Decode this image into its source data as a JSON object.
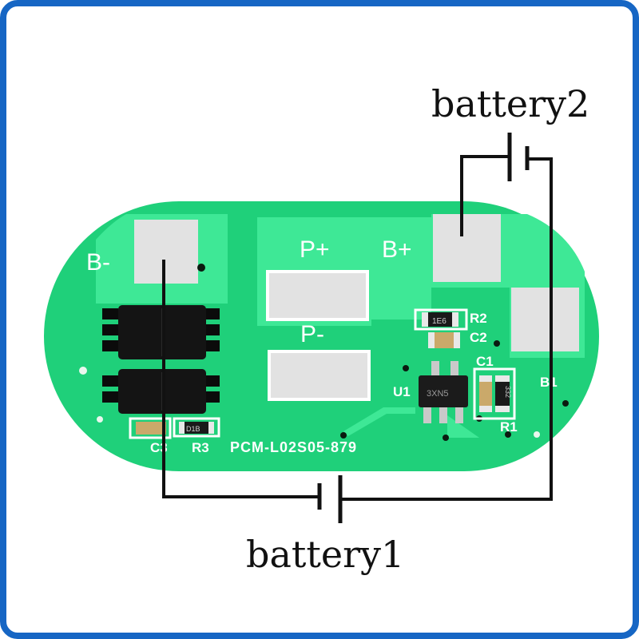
{
  "labels": {
    "battery1": "battery1",
    "battery2": "battery2"
  },
  "board": {
    "pad_b_minus": "B-",
    "pad_p_plus": "P+",
    "pad_b_plus": "B+",
    "pad_p_minus": "P-",
    "ref_r2": "R2",
    "ref_c2": "C2",
    "ref_c1": "C1",
    "ref_b1": "B1",
    "ref_u1": "U1",
    "ref_r1": "R1",
    "ref_c3": "C3",
    "ref_r3": "R3",
    "part_number": "PCM-L02S05-879",
    "ic_marking": "3XN5",
    "res_r2_value": "1E6",
    "res_r1_value": "332",
    "res_r3_value": "D1B"
  },
  "colors": {
    "frame": "#1666c4",
    "pcb": "#1fd07a",
    "pcb_trace": "#3ee896",
    "pad": "#e2e2e2",
    "silkscreen": "#ffffff",
    "wire": "#111111"
  }
}
